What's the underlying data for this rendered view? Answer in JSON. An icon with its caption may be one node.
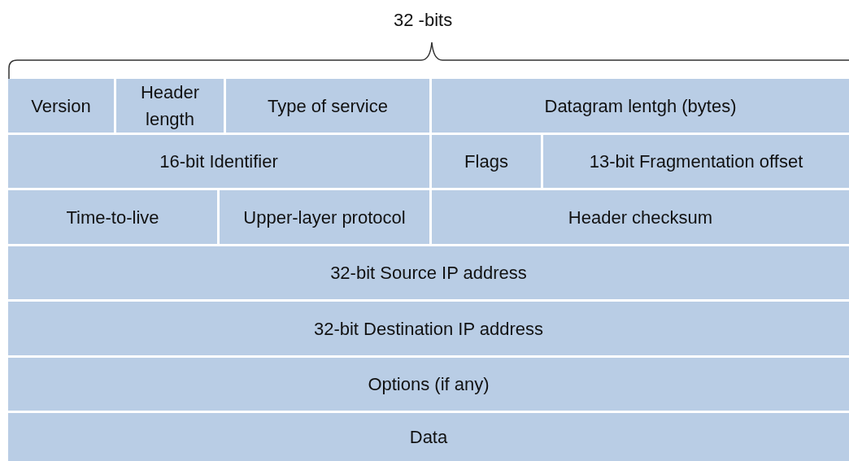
{
  "diagram": {
    "nodes": [
      {
        "text": [
          "Version"
        ]
      },
      {
        "text": [
          "Header length"
        ]
      },
      {
        "text": [
          "Type of service"
        ]
      },
      {
        "text": [
          "Datagram lentgh (bytes)"
        ]
      },
      {
        "text": [
          "16-bit Identifier"
        ]
      },
      {
        "text": [
          "Flags"
        ]
      },
      {
        "text": [
          "13-bit Fragmentation offset"
        ]
      },
      {
        "text": [
          "Time-to-live"
        ]
      },
      {
        "text": [
          "Upper-layer protocol"
        ]
      },
      {
        "text": [
          "Header checksum"
        ]
      },
      {
        "text": [
          "32-bit Source IP address"
        ]
      },
      {
        "text": [
          "32-bit Destination IP address"
        ]
      },
      {
        "text": [
          "Options (if any)"
        ]
      },
      {
        "text": [
          "Data"
        ]
      }
    ],
    "edges": [],
    "labels": [
      "32 -bits"
    ]
  }
}
